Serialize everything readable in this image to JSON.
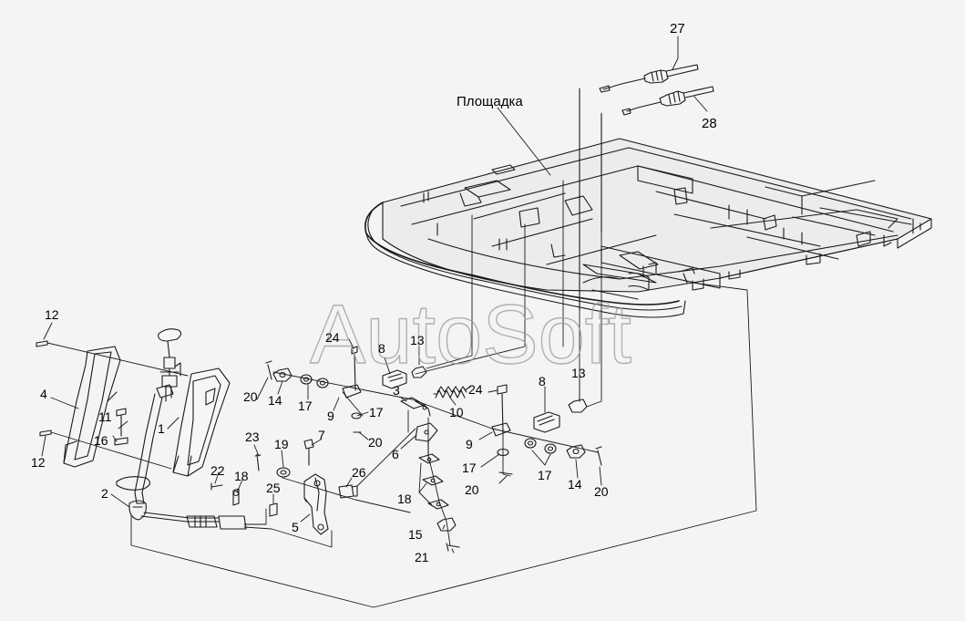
{
  "platform_label": "Площадка",
  "watermark": "AutoSoft",
  "callouts": [
    {
      "id": "c27",
      "text": "27"
    },
    {
      "id": "c28",
      "text": "28"
    },
    {
      "id": "c12a",
      "text": "12"
    },
    {
      "id": "c12b",
      "text": "12"
    },
    {
      "id": "c4",
      "text": "4"
    },
    {
      "id": "c11",
      "text": "11"
    },
    {
      "id": "c16",
      "text": "16"
    },
    {
      "id": "c1",
      "text": "1"
    },
    {
      "id": "c2",
      "text": "2"
    },
    {
      "id": "c22",
      "text": "22"
    },
    {
      "id": "c18a",
      "text": "18"
    },
    {
      "id": "c23",
      "text": "23"
    },
    {
      "id": "c19",
      "text": "19"
    },
    {
      "id": "c7",
      "text": "7"
    },
    {
      "id": "c25",
      "text": "25"
    },
    {
      "id": "c26",
      "text": "26"
    },
    {
      "id": "c5",
      "text": "5"
    },
    {
      "id": "c20a",
      "text": "20"
    },
    {
      "id": "c14a",
      "text": "14"
    },
    {
      "id": "c17a",
      "text": "17"
    },
    {
      "id": "c9a",
      "text": "9"
    },
    {
      "id": "c24a",
      "text": "24"
    },
    {
      "id": "c8a",
      "text": "8"
    },
    {
      "id": "c13a",
      "text": "13"
    },
    {
      "id": "c3",
      "text": "3"
    },
    {
      "id": "c17b",
      "text": "17"
    },
    {
      "id": "c20b",
      "text": "20"
    },
    {
      "id": "c10",
      "text": "10"
    },
    {
      "id": "c6",
      "text": "6"
    },
    {
      "id": "c18b",
      "text": "18"
    },
    {
      "id": "c15",
      "text": "15"
    },
    {
      "id": "c21",
      "text": "21"
    },
    {
      "id": "c24b",
      "text": "24"
    },
    {
      "id": "c8b",
      "text": "8"
    },
    {
      "id": "c13b",
      "text": "13"
    },
    {
      "id": "c9b",
      "text": "9"
    },
    {
      "id": "c17c",
      "text": "17"
    },
    {
      "id": "c17d",
      "text": "17"
    },
    {
      "id": "c20c",
      "text": "20"
    },
    {
      "id": "c14b",
      "text": "14"
    },
    {
      "id": "c20d",
      "text": "20"
    }
  ]
}
